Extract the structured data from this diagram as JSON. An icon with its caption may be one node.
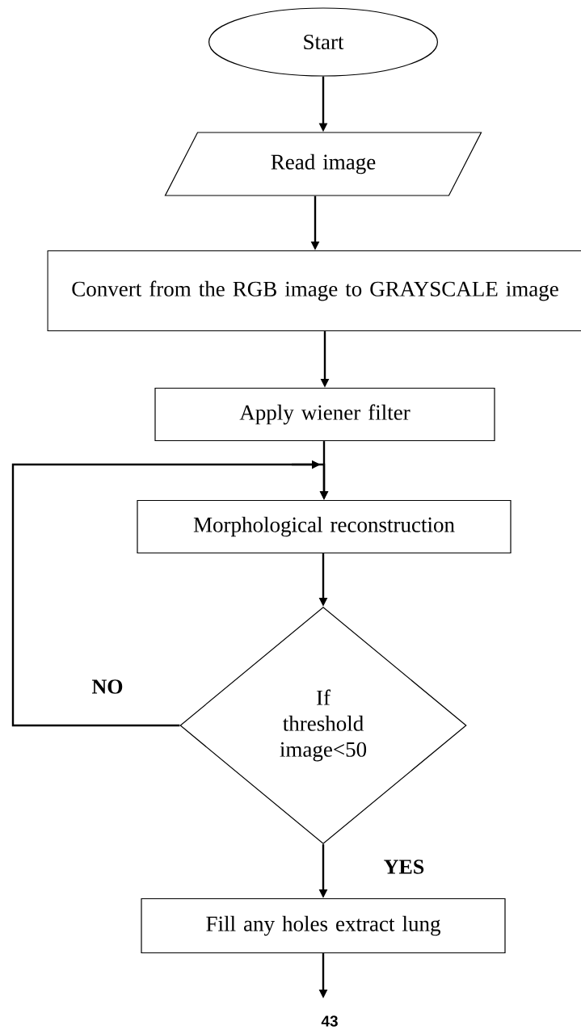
{
  "diagram": {
    "nodes": [
      {
        "text": [
          "Start"
        ]
      },
      {
        "text": [
          "Read image"
        ]
      },
      {
        "text": [
          "Convert from the RGB image to GRAYSCALE image"
        ]
      },
      {
        "text": [
          "Apply wiener filter"
        ]
      },
      {
        "text": [
          "Morphological reconstruction"
        ]
      },
      {
        "text": [
          "If threshold image<50"
        ]
      },
      {
        "text": [
          "Fill any holes extract lung"
        ]
      }
    ],
    "edges": [
      {
        "from": 0,
        "to": 1,
        "arrow": "to"
      },
      {
        "from": 1,
        "to": 2,
        "arrow": "to"
      },
      {
        "from": 2,
        "to": 3,
        "arrow": "to"
      },
      {
        "from": 3,
        "to": 4,
        "arrow": "to"
      },
      {
        "from": 4,
        "to": 5,
        "arrow": "to"
      },
      {
        "from": 5,
        "to": 4,
        "arrow": "to",
        "label": "NO"
      },
      {
        "from": 5,
        "to": 6,
        "arrow": "to",
        "label": "YES"
      },
      {
        "from": 6,
        "to": null,
        "arrow": "to"
      }
    ],
    "labels": [
      "43"
    ]
  }
}
